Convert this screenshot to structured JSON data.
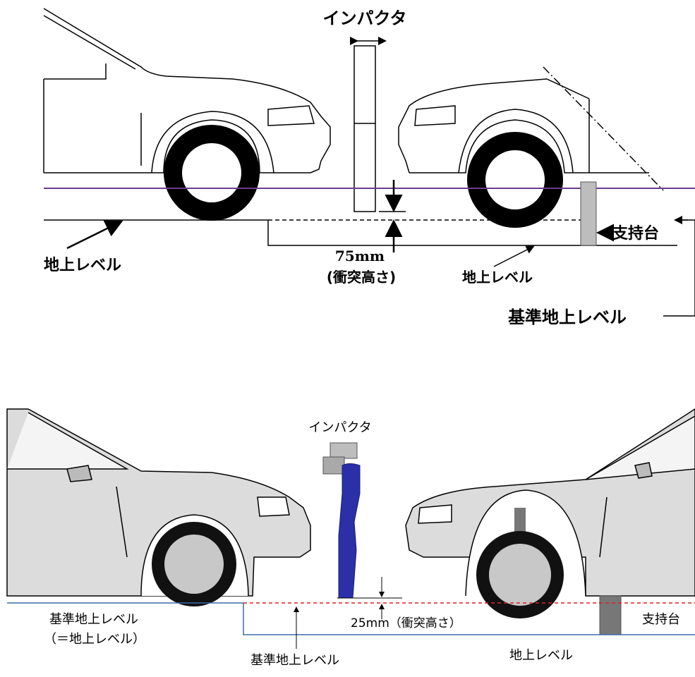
{
  "top": {
    "impactor_label": "インパクタ",
    "ground_left_label": "地上レベル",
    "ground_right_label": "地上レベル",
    "impact_height_value": "75mm",
    "impact_height_note": "(衝突高さ)",
    "support_label": "支持台",
    "reference_ground_label": "基準地上レベル"
  },
  "bottom": {
    "impactor_label": "インパクタ",
    "ref_ground_left_label_1": "基準地上レベル",
    "ref_ground_left_label_2": "（＝地上レベル）",
    "impact_height_label": "25mm（衝突高さ）",
    "ref_ground_center_label": "基準地上レベル",
    "ground_right_label": "地上レベル",
    "support_label": "支持台"
  },
  "colors": {
    "purple_line": "#6a3d8f",
    "impactor_blue": "#2b2fa8",
    "reference_red": "#e02020",
    "ground_blue": "#3a6ea5",
    "car_fill": "#dcdcdc",
    "support_gray": "#777777"
  }
}
